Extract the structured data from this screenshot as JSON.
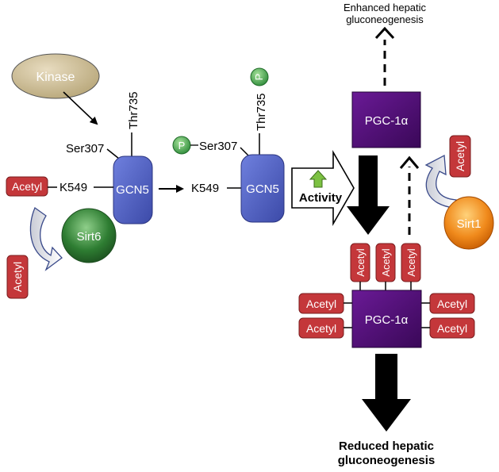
{
  "kinase": "Kinase",
  "ser307": "Ser307",
  "thr735": "Thr735",
  "k549": "K549",
  "gcn5": "GCN5",
  "acetyl": "Acetyl",
  "sirt6": "Sirt6",
  "sirt1": "Sirt1",
  "phospho": "P",
  "activity": "Activity",
  "pgc_top": "PGC-1α",
  "pgc_bottom": "PGC-1α",
  "enhanced_line1": "Enhanced hepatic",
  "enhanced_line2": "gluconeogenesis",
  "reduced_line1": "Reduced hepatic",
  "reduced_line2": "gluconeogenesis",
  "colors": {
    "kinase_fill": "#cbbd96",
    "gcn5_fill": "#5566c8",
    "acetyl_fill": "#c4373a",
    "sirt6_fill": "#2e7d32",
    "sirt1_fill": "#f08a1c",
    "pgc_fill": "#4d0d73",
    "phospho_fill": "#4caf50",
    "activity_arrow": "#7cc142"
  }
}
